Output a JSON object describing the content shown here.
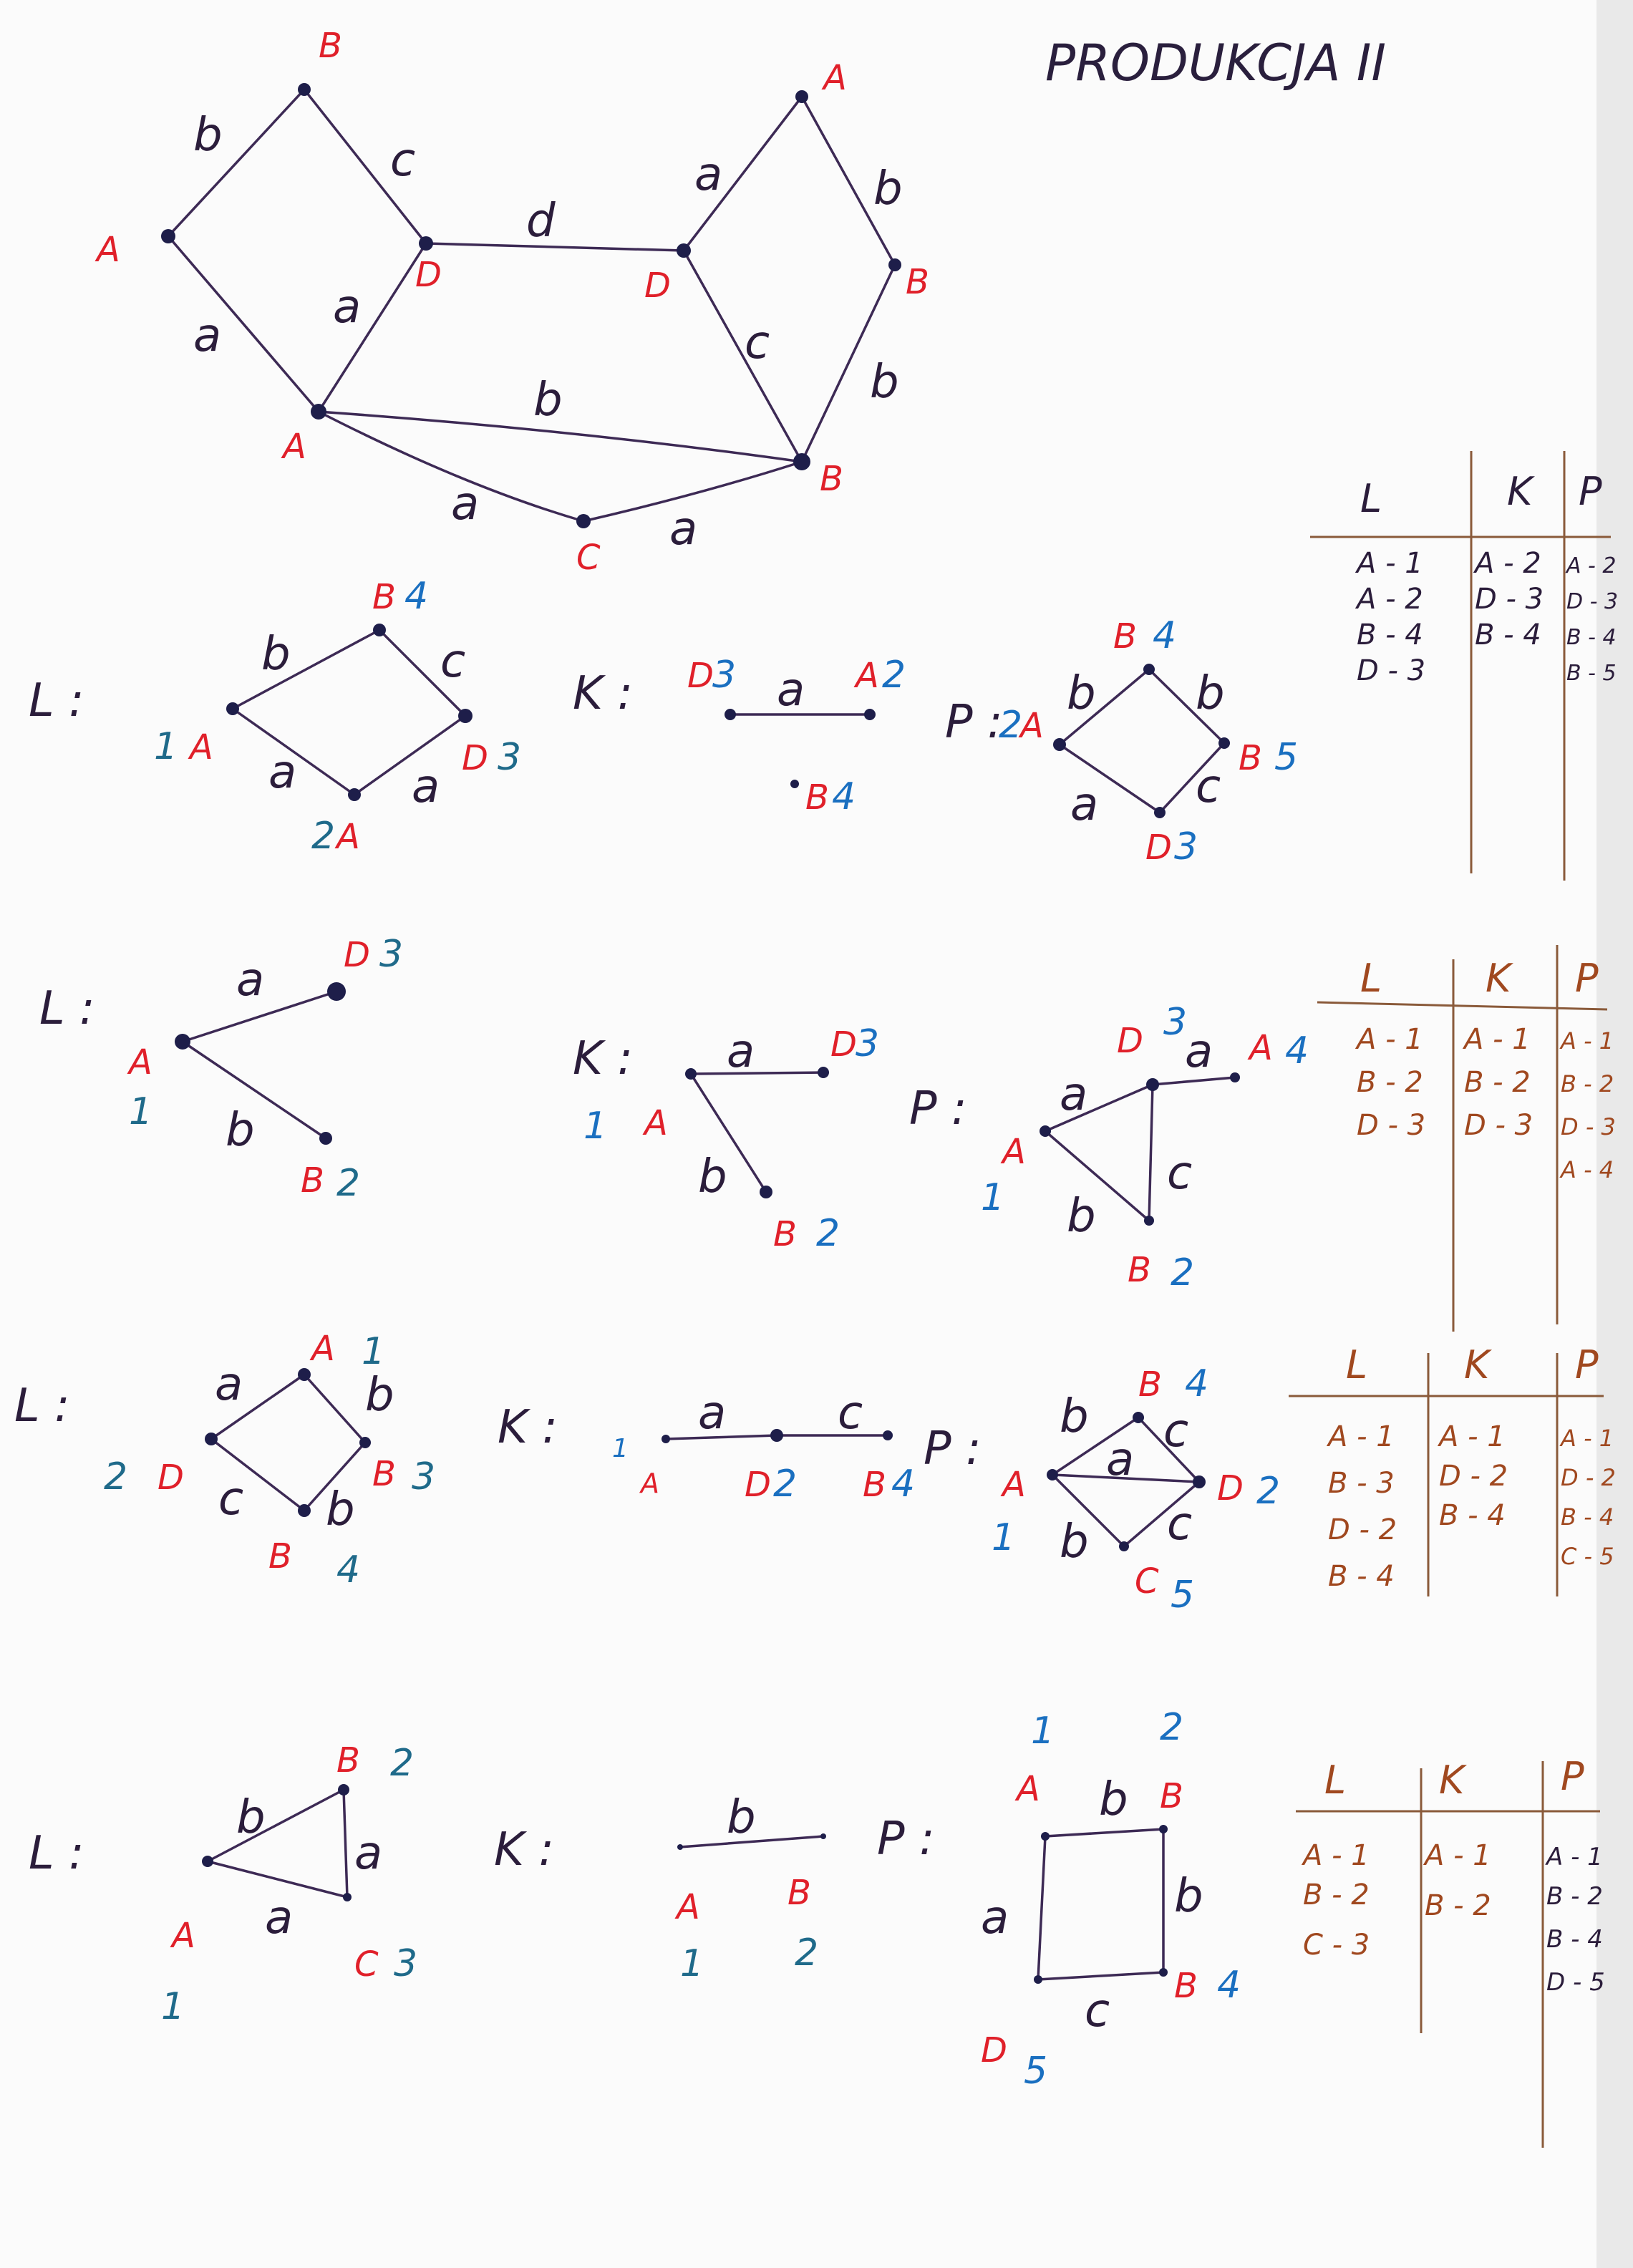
{
  "title": "PRODUKCJA II",
  "main_graph": {
    "nodes": {
      "A1": "A",
      "B1": "B",
      "D1": "D",
      "A2": "A",
      "C": "C",
      "D2": "D",
      "A3": "A",
      "B2": "B",
      "B3": "B"
    },
    "edges": {
      "e1": "b",
      "e2": "c",
      "e3": "a",
      "e4": "a",
      "e5": "d",
      "e6": "b",
      "e7": "a",
      "e8": "a",
      "e9": "a",
      "e10": "b",
      "e11": "c",
      "e12": "b"
    }
  },
  "p1": {
    "L": {
      "marker": "L :",
      "edges": {
        "e1": "b",
        "e2": "c",
        "e3": "a",
        "e4": "a"
      },
      "nodes": {
        "n1": "A",
        "n1num": "1",
        "n2": "A",
        "n2num": "2",
        "n3": "D",
        "n3num": "3",
        "n4": "B",
        "n4num": "4"
      }
    },
    "K": {
      "marker": "K :",
      "edges": {
        "e1": "a"
      },
      "nodes": {
        "n1": "D",
        "n1num": "3",
        "n2": "A",
        "n2num": "2",
        "n3": "B",
        "n3num": "4"
      }
    },
    "P": {
      "marker": "P :",
      "edges": {
        "e1": "b",
        "e2": "b",
        "e3": "a",
        "e4": "c"
      },
      "nodes": {
        "n1": "A",
        "n1num": "2",
        "n2": "B",
        "n2num": "4",
        "n3": "B",
        "n3num": "5",
        "n4": "D",
        "n4num": "3"
      }
    },
    "table": {
      "head_L": "L",
      "head_K": "K",
      "head_P": "P",
      "L": [
        "A - 1",
        "A - 2",
        "B - 4",
        "D - 3"
      ],
      "K": [
        "A - 2",
        "D - 3",
        "B - 4"
      ],
      "P": [
        "A - 2",
        "D - 3",
        "B - 4",
        "B - 5"
      ]
    }
  },
  "p2": {
    "L": {
      "marker": "L :",
      "edges": {
        "e1": "a",
        "e2": "b"
      },
      "nodes": {
        "n1": "A",
        "n1num": "1",
        "n2": "D",
        "n2num": "3",
        "n3": "B",
        "n3num": "2"
      }
    },
    "K": {
      "marker": "K :",
      "edges": {
        "e1": "a",
        "e2": "b"
      },
      "nodes": {
        "n1": "A",
        "n1num": "1",
        "n2": "D",
        "n2num": "3",
        "n3": "B",
        "n3num": "2"
      }
    },
    "P": {
      "marker": "P :",
      "edges": {
        "e1": "a",
        "e2": "a",
        "e3": "b",
        "e4": "c"
      },
      "nodes": {
        "n1": "A",
        "n1num": "1",
        "n2": "D",
        "n2num": "3",
        "n3": "A",
        "n3num": "4",
        "n4": "B",
        "n4num": "2"
      }
    },
    "table": {
      "head_L": "L",
      "head_K": "K",
      "head_P": "P",
      "L": [
        "A - 1",
        "B - 2",
        "D - 3"
      ],
      "K": [
        "A - 1",
        "B - 2",
        "D - 3"
      ],
      "P": [
        "A - 1",
        "B - 2",
        "D - 3",
        "A - 4"
      ]
    }
  },
  "p3": {
    "L": {
      "marker": "L :",
      "edges": {
        "e1": "a",
        "e2": "b",
        "e3": "c",
        "e4": "b"
      },
      "nodes": {
        "n1": "A",
        "n1num": "1",
        "n2": "D",
        "n2num": "2",
        "n3": "B",
        "n3num": "3",
        "n4": "B",
        "n4num": "4"
      }
    },
    "K": {
      "marker": "K :",
      "edges": {
        "e1": "a",
        "e2": "c"
      },
      "nodes": {
        "n1": "A",
        "n1num": "1",
        "n2": "D",
        "n2num": "2",
        "n3": "B",
        "n3num": "4"
      }
    },
    "P": {
      "marker": "P :",
      "edges": {
        "e1": "b",
        "e2": "c",
        "e3": "a",
        "e4": "b",
        "e5": "c"
      },
      "nodes": {
        "n1": "A",
        "n1num": "1",
        "n2": "B",
        "n2num": "4",
        "n3": "D",
        "n3num": "2",
        "n4": "C",
        "n4num": "5"
      }
    },
    "table": {
      "head_L": "L",
      "head_K": "K",
      "head_P": "P",
      "L": [
        "A - 1",
        "B - 3",
        "D - 2",
        "B - 4"
      ],
      "K": [
        "A - 1",
        "D - 2",
        "B - 4"
      ],
      "P": [
        "A - 1",
        "D - 2",
        "B - 4",
        "C - 5"
      ]
    }
  },
  "p4": {
    "L": {
      "marker": "L :",
      "edges": {
        "e1": "b",
        "e2": "a",
        "e3": "a"
      },
      "nodes": {
        "n1": "A",
        "n1num": "1",
        "n2": "B",
        "n2num": "2",
        "n3": "C",
        "n3num": "3"
      }
    },
    "K": {
      "marker": "K :",
      "edges": {
        "e1": "b"
      },
      "nodes": {
        "n1": "A",
        "n1num": "1",
        "n2": "B",
        "n2num": "2"
      }
    },
    "P": {
      "marker": "P :",
      "edges": {
        "e1": "b",
        "e2": "b",
        "e3": "a",
        "e4": "c"
      },
      "nodes": {
        "n1": "A",
        "n1num": "1",
        "n2": "B",
        "n2num": "2",
        "n3": "B",
        "n3num": "4",
        "n4": "D",
        "n4num": "5"
      }
    },
    "table": {
      "head_L": "L",
      "head_K": "K",
      "head_P": "P",
      "L": [
        "A - 1",
        "B - 2",
        "C - 3"
      ],
      "K": [
        "A - 1",
        "B - 2"
      ],
      "P": [
        "A - 1",
        "B - 2",
        "B - 4",
        "D - 5"
      ]
    }
  }
}
